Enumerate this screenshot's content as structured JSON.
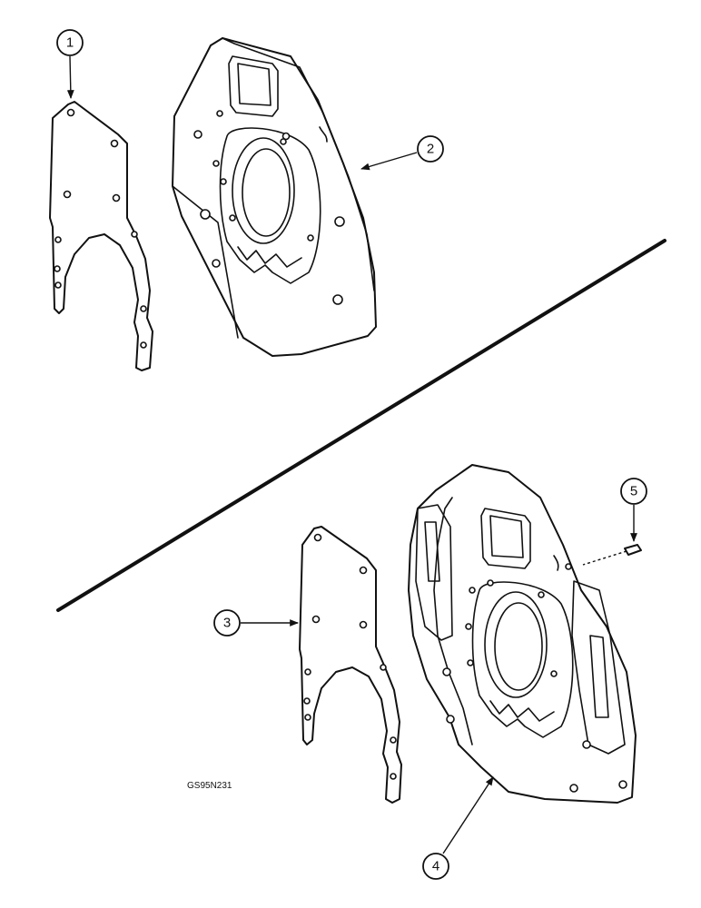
{
  "figure_code": "GS95N231",
  "callouts": [
    {
      "label": "1"
    },
    {
      "label": "2"
    },
    {
      "label": "3"
    },
    {
      "label": "4"
    },
    {
      "label": "5"
    }
  ],
  "colors": {
    "ink": "#111111",
    "paper": "#ffffff"
  }
}
